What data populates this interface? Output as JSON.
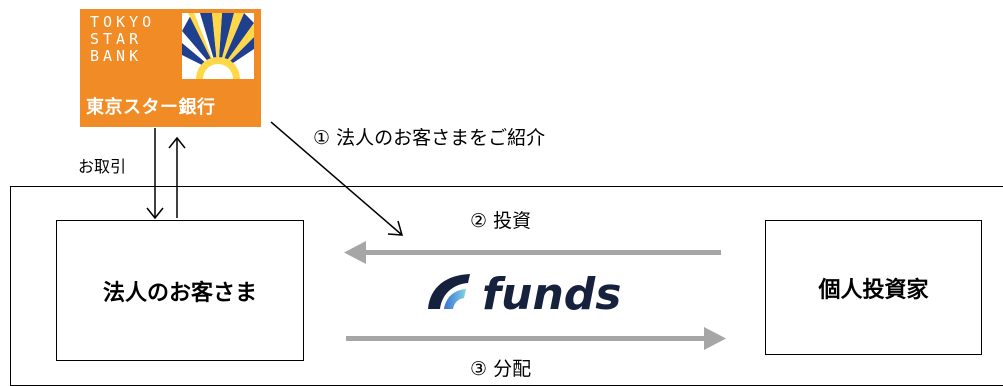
{
  "logo": {
    "en_lines": [
      "TOKYO",
      "STAR",
      "BANK"
    ],
    "jp": "東京スター銀行",
    "colors": {
      "background": "#f08b25",
      "burst_blue": "#1f3f8f",
      "burst_yellow": "#ffd84a"
    }
  },
  "labels": {
    "torihiki": "お取引",
    "step1": "①  法人のお客さまをご紹介",
    "step2": "②  投資",
    "step3": "③  分配"
  },
  "nodes": {
    "left_box": "法人のお客さま",
    "right_box": "個人投資家"
  },
  "brand": {
    "name": "funds",
    "colors": {
      "text": "#16213e",
      "gradient_start": "#3b6fd6",
      "gradient_end": "#7fd6e0"
    }
  },
  "colors": {
    "gray_arrow": "#a6a6a6",
    "line": "#000000"
  }
}
